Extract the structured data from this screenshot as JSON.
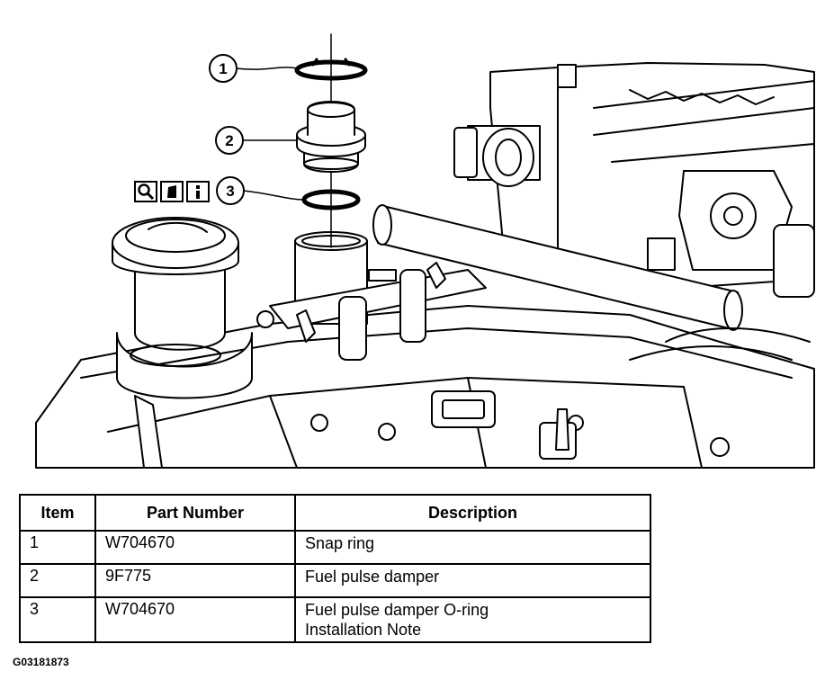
{
  "callouts": [
    "1",
    "2",
    "3"
  ],
  "toolbar_icons": [
    "magnify-icon",
    "note-icon",
    "info-icon"
  ],
  "table": {
    "headers": [
      "Item",
      "Part Number",
      "Description"
    ],
    "rows": [
      {
        "item": "1",
        "part": "W704670",
        "desc": [
          "Snap ring"
        ]
      },
      {
        "item": "2",
        "part": "9F775",
        "desc": [
          "Fuel pulse damper"
        ]
      },
      {
        "item": "3",
        "part": "W704670",
        "desc": [
          "Fuel pulse damper O-ring",
          "Installation Note"
        ]
      }
    ]
  },
  "figure_id": "G03181873"
}
